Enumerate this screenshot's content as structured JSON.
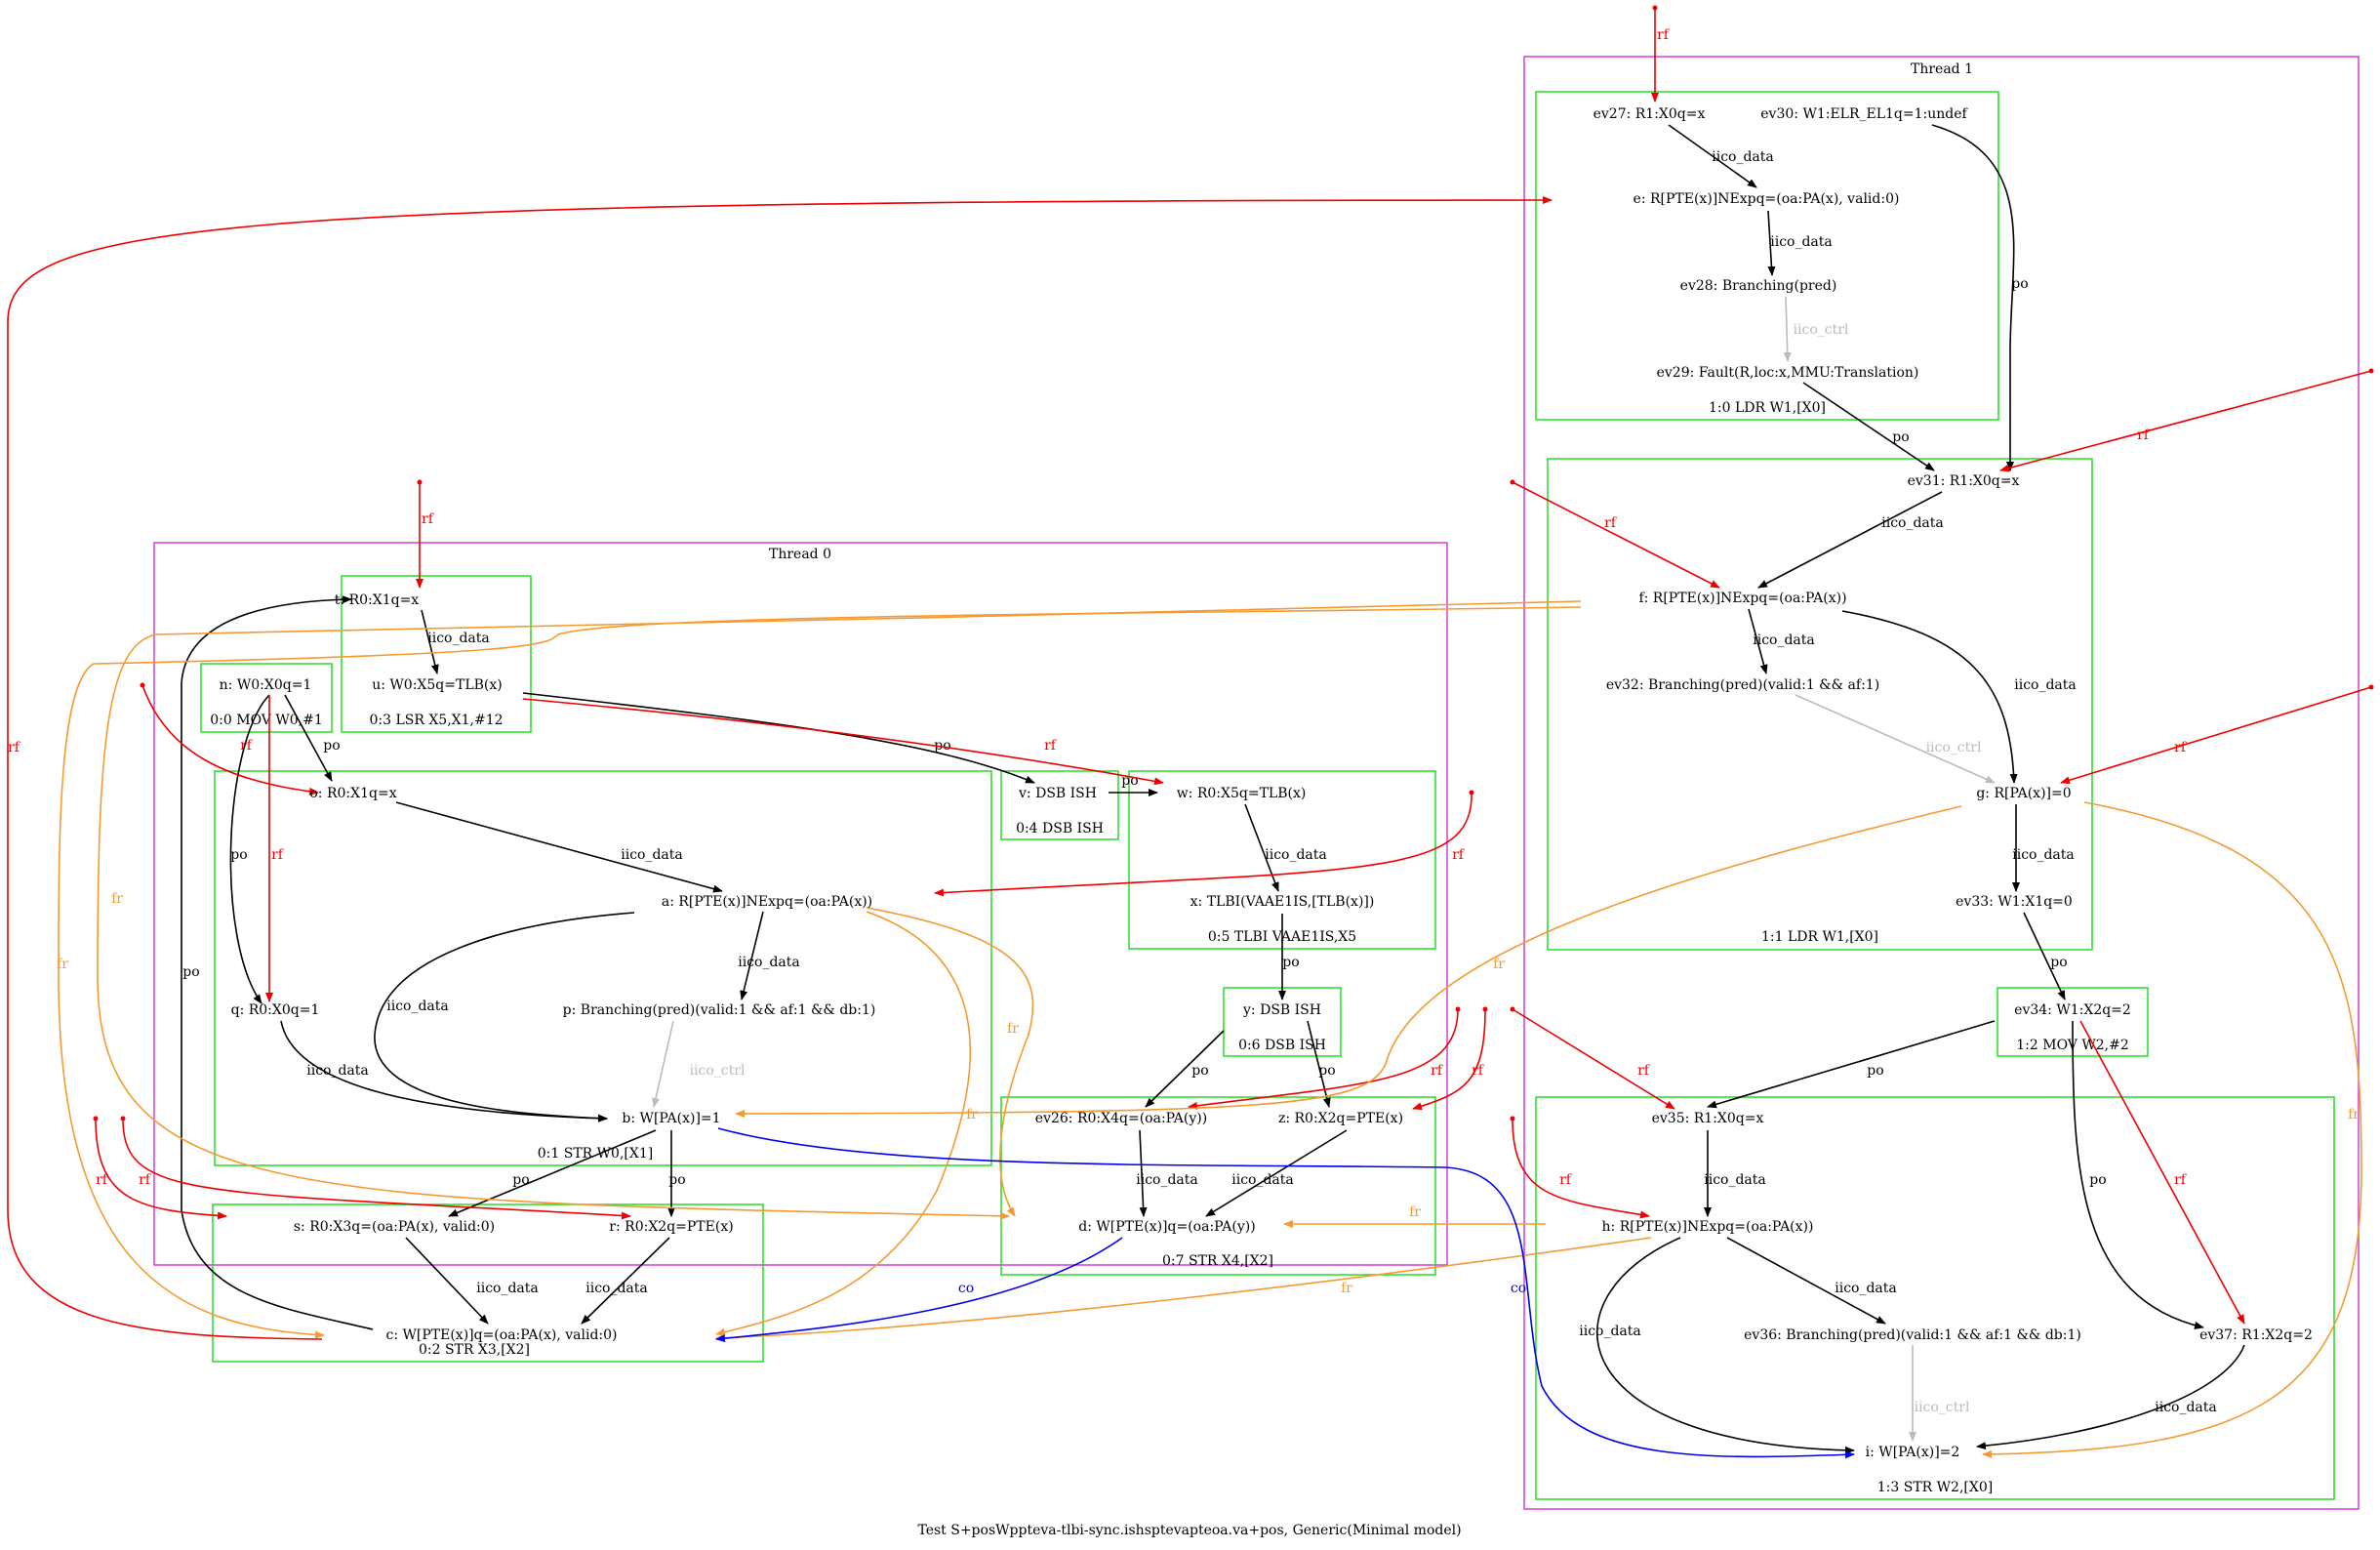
{
  "caption": "Test S+posWppteva-tlbi-sync.ishsptevapteoa.va+pos, Generic(Minimal model)",
  "colors": {
    "thread_border": "#d63ddb",
    "instr_border": "#22dd22",
    "rf": "#ee0000",
    "fr": "#f59a32",
    "co": "#0000ee",
    "po": "#000000",
    "iico_data": "#000000",
    "iico_ctrl": "#bbbbbb"
  },
  "threads": {
    "t0": "Thread 0",
    "t1": "Thread 1"
  },
  "instructions": {
    "i00": "0:0 MOV W0,#1",
    "i01": "0:1 STR W0,[X1]",
    "i02": "0:2 STR X3,[X2]",
    "i03": "0:3 LSR X5,X1,#12",
    "i04": "0:4 DSB ISH",
    "i05": "0:5 TLBI VAAE1IS,X5",
    "i06": "0:6 DSB ISH",
    "i07": "0:7 STR X4,[X2]",
    "i10": "1:0 LDR W1,[X0]",
    "i11": "1:1 LDR W1,[X0]",
    "i12": "1:2 MOV W2,#2",
    "i13": "1:3 STR W2,[X0]"
  },
  "nodes": {
    "t": "t: R0:X1q=x",
    "u": "u: W0:X5q=TLB(x)",
    "n": "n: W0:X0q=1",
    "o": "o: R0:X1q=x",
    "a": "a: R[PTE(x)]NExpq=(oa:PA(x))",
    "p": "p: Branching(pred)(valid:1 && af:1 && db:1)",
    "q": "q: R0:X0q=1",
    "b": "b: W[PA(x)]=1",
    "v": "v: DSB ISH",
    "w": "w: R0:X5q=TLB(x)",
    "x": "x: TLBI(VAAE1IS,[TLB(x)])",
    "y": "y: DSB ISH",
    "ev26": "ev26: R0:X4q=(oa:PA(y))",
    "z": "z: R0:X2q=PTE(x)",
    "d": "d: W[PTE(x)]q=(oa:PA(y))",
    "s": "s: R0:X3q=(oa:PA(x), valid:0)",
    "r": "r: R0:X2q=PTE(x)",
    "c": "c: W[PTE(x)]q=(oa:PA(x), valid:0)",
    "ev27": "ev27: R1:X0q=x",
    "ev30": "ev30: W1:ELR_EL1q=1:undef",
    "e": "e: R[PTE(x)]NExpq=(oa:PA(x), valid:0)",
    "ev28": "ev28: Branching(pred)",
    "ev29": "ev29: Fault(R,loc:x,MMU:Translation)",
    "ev31": "ev31: R1:X0q=x",
    "f": "f: R[PTE(x)]NExpq=(oa:PA(x))",
    "ev32": "ev32: Branching(pred)(valid:1 && af:1)",
    "g": "g: R[PA(x)]=0",
    "ev33": "ev33: W1:X1q=0",
    "ev34": "ev34: W1:X2q=2",
    "ev35": "ev35: R1:X0q=x",
    "h": "h: R[PTE(x)]NExpq=(oa:PA(x))",
    "ev36": "ev36: Branching(pred)(valid:1 && af:1 && db:1)",
    "ev37": "ev37: R1:X2q=2",
    "i": "i: W[PA(x)]=2"
  },
  "edge_labels": {
    "rf": "rf",
    "fr": "fr",
    "co": "co",
    "po": "po",
    "iico_data": "iico_data",
    "iico_ctrl": "iico_ctrl"
  }
}
